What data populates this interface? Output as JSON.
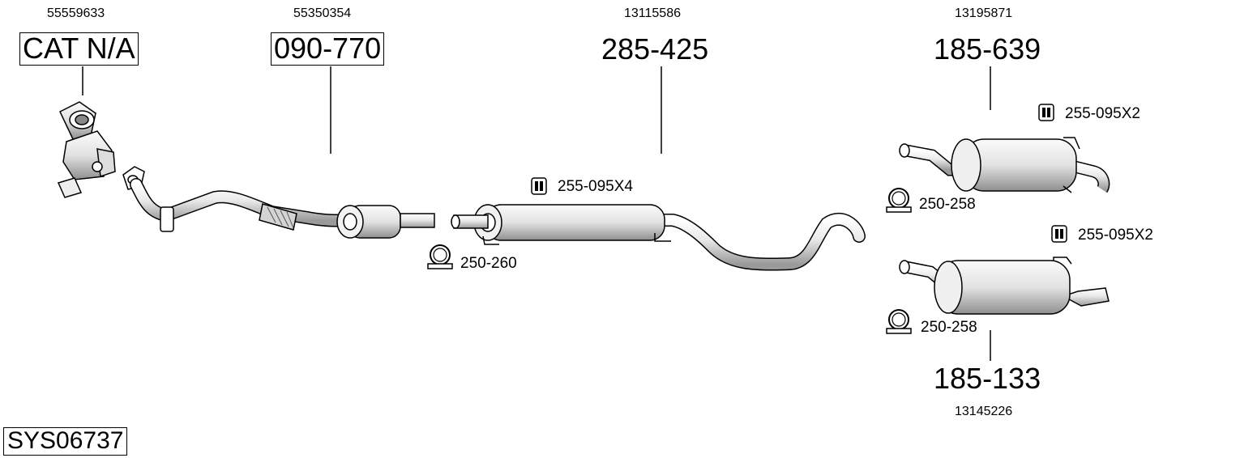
{
  "diagram_id": "SYS06737",
  "parts": [
    {
      "id": "cat",
      "oem": "55559633",
      "part": "CAT N/A",
      "boxed": true
    },
    {
      "id": "front",
      "oem": "55350354",
      "part": "090-770",
      "boxed": true
    },
    {
      "id": "middle",
      "oem": "13115586",
      "part": "285-425",
      "boxed": false
    },
    {
      "id": "rear-a",
      "oem": "13195871",
      "part": "185-639",
      "boxed": false
    },
    {
      "id": "rear-b",
      "oem": "13145226",
      "part": "185-133",
      "boxed": false
    }
  ],
  "accessories": [
    {
      "id": "mount-mid",
      "type": "rubber-mount",
      "label": "255-095X4"
    },
    {
      "id": "clamp-front",
      "type": "clamp",
      "label": "250-260"
    },
    {
      "id": "mount-rear-a",
      "type": "rubber-mount",
      "label": "255-095X2"
    },
    {
      "id": "clamp-rear-a",
      "type": "clamp",
      "label": "250-258"
    },
    {
      "id": "mount-rear-b",
      "type": "rubber-mount",
      "label": "255-095X2"
    },
    {
      "id": "clamp-rear-b",
      "type": "clamp",
      "label": "250-258"
    }
  ]
}
